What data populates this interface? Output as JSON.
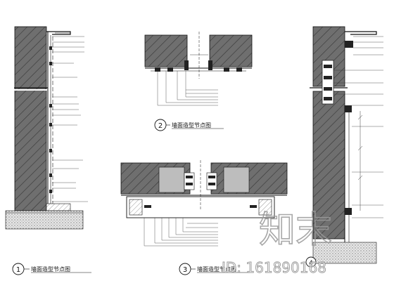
{
  "sheet": {
    "details": [
      {
        "number": "1",
        "title": "墙面造型节点图"
      },
      {
        "number": "2",
        "title": "墙面造型节点图"
      },
      {
        "number": "3",
        "title": "墙面造型节点图"
      },
      {
        "number": "4",
        "title": ""
      }
    ]
  },
  "watermark": {
    "logo_text": "知末",
    "id_text": "ID: 161890168"
  }
}
